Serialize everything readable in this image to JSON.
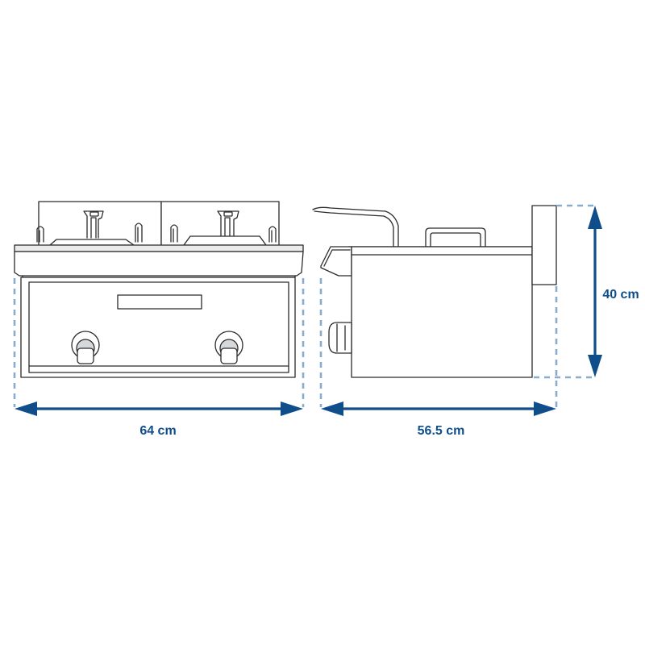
{
  "dimensions": {
    "width_label": "64 cm",
    "depth_label": "56.5 cm",
    "height_label": "40 cm"
  },
  "colors": {
    "dimension": "#0f4e8a",
    "guide": "#8aaccb",
    "outline": "#2b2b2b"
  }
}
